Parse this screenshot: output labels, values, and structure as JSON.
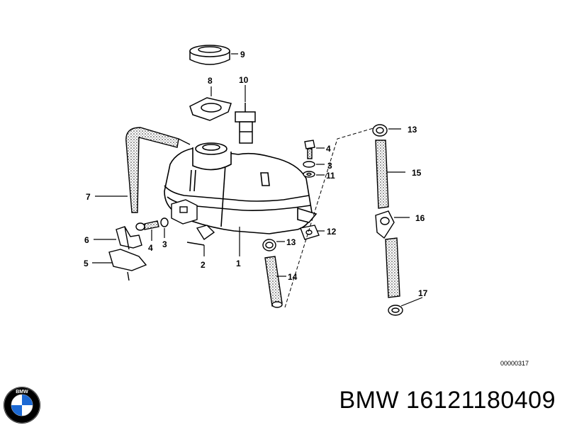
{
  "callouts": {
    "c1": "1",
    "c2": "2",
    "c3a": "3",
    "c3b": "3",
    "c4a": "4",
    "c4b": "4",
    "c5": "5",
    "c6": "6",
    "c7": "7",
    "c8": "8",
    "c9": "9",
    "c10": "10",
    "c11": "11",
    "c12": "12",
    "c13a": "13",
    "c13b": "13",
    "c14": "14",
    "c15": "15",
    "c16": "16",
    "c17": "17"
  },
  "diagram_code": "00000317",
  "logo": {
    "brand_text": "BMW",
    "icon": "bmw-roundel-icon"
  },
  "part_number": "BMW 16121180409",
  "colors": {
    "line": "#000000",
    "background": "#ffffff",
    "logo_blue": "#1c69d4"
  }
}
